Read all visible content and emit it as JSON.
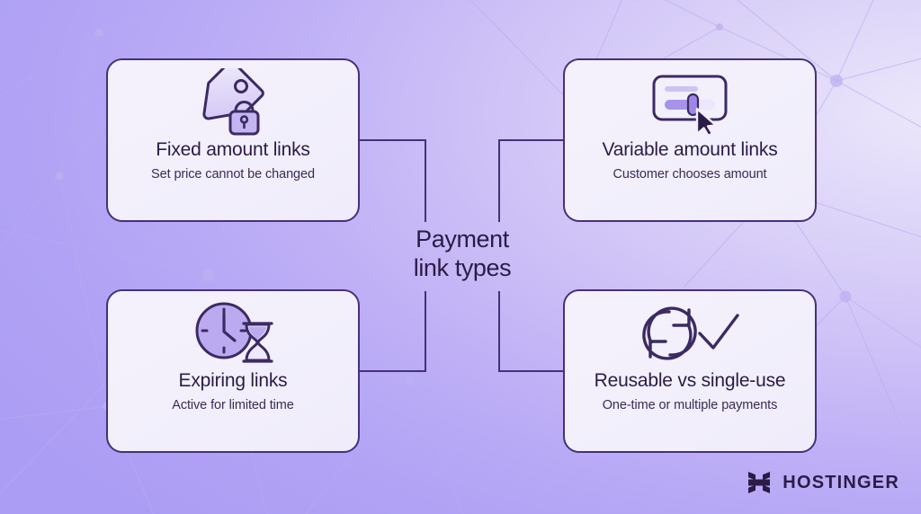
{
  "center": {
    "title_line1": "Payment",
    "title_line2": "link types"
  },
  "colors": {
    "card_border": "#46307a",
    "card_fill": "#f3f0fc",
    "text_dark": "#2b1b47",
    "icon_stroke": "#3c2a63",
    "icon_fill": "#b9a8ee",
    "bg_light": "#e9e3fa",
    "bg_deep": "#ab9cf4"
  },
  "cards": [
    {
      "id": "fixed-amount-links",
      "position": "top-left",
      "icon": "price-tag-lock-icon",
      "title": "Fixed amount links",
      "subtitle": "Set price cannot be changed"
    },
    {
      "id": "variable-amount-links",
      "position": "top-right",
      "icon": "slider-cursor-icon",
      "title": "Variable amount links",
      "subtitle": "Customer chooses amount"
    },
    {
      "id": "expiring-links",
      "position": "bottom-left",
      "icon": "clock-hourglass-icon",
      "title": "Expiring links",
      "subtitle": "Active for limited time"
    },
    {
      "id": "reusable-vs-single-use",
      "position": "bottom-right",
      "icon": "refresh-check-icon",
      "title": "Reusable vs single-use",
      "subtitle": "One-time or multiple payments"
    }
  ],
  "branding": {
    "logo_mark": "hostinger-h-mark-icon",
    "logo_text": "HOSTINGER"
  }
}
